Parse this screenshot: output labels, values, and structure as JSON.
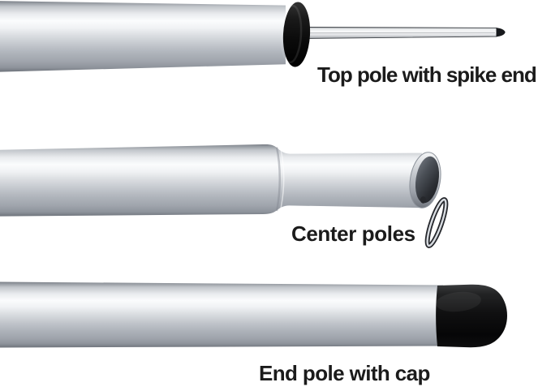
{
  "labels": {
    "top_pole": "Top pole with spike end",
    "center_pole": "Center poles",
    "end_pole": "End pole with cap"
  },
  "colors": {
    "background": "#ffffff",
    "label_text": "#1b1b1b",
    "pole_silver_highlight": "#fbfcfd",
    "pole_silver_mid": "#c2c6cc",
    "pole_silver_shadow": "#8e939b",
    "top_pole_collar_black": "#0a0a0a",
    "spike_tip_black": "#17191c",
    "end_cap_black": "#0b0b0c",
    "tube_opening_dark": "#2b2e33"
  }
}
